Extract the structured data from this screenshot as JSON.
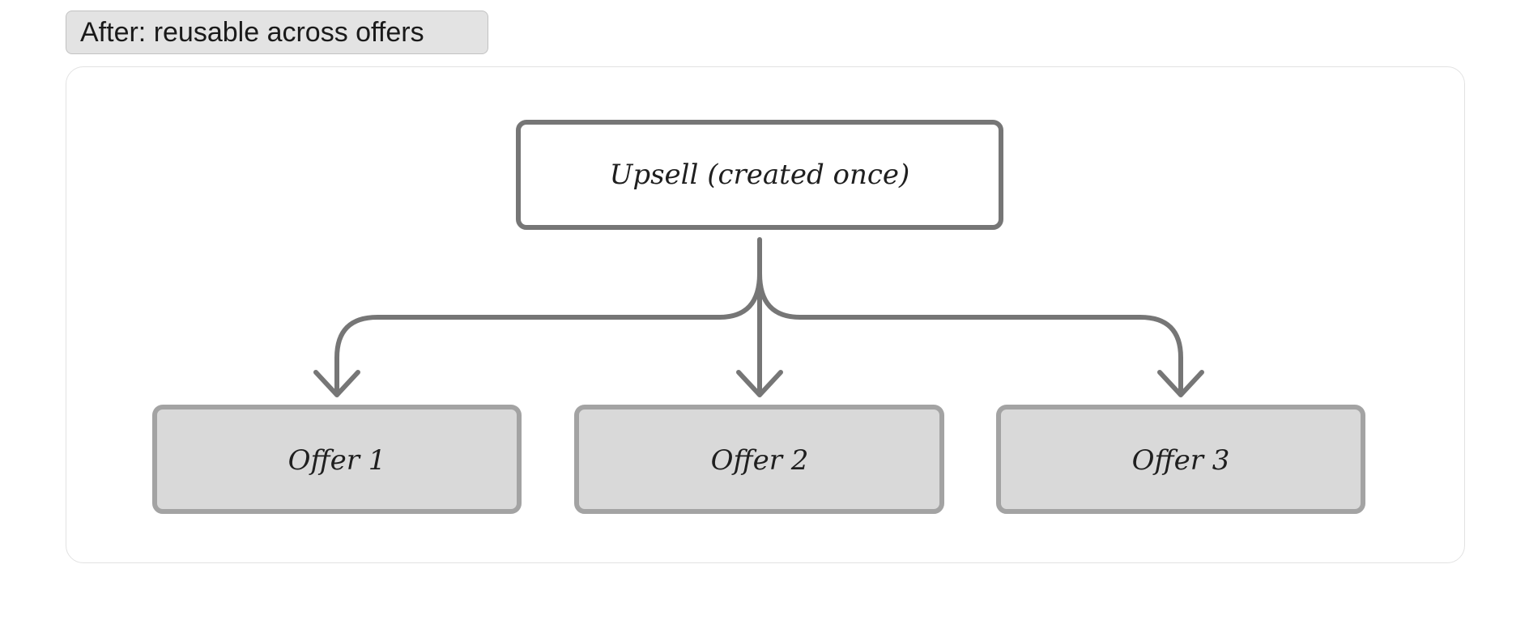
{
  "header": {
    "caption": "After: reusable across offers"
  },
  "diagram": {
    "source": {
      "label": "Upsell (created once)"
    },
    "targets": [
      {
        "label": "Offer 1"
      },
      {
        "label": "Offer 2"
      },
      {
        "label": "Offer 3"
      }
    ],
    "colors": {
      "stroke": "#767676",
      "target_fill": "#d9d9d9",
      "target_stroke": "#a3a3a3",
      "source_fill": "#ffffff"
    }
  }
}
